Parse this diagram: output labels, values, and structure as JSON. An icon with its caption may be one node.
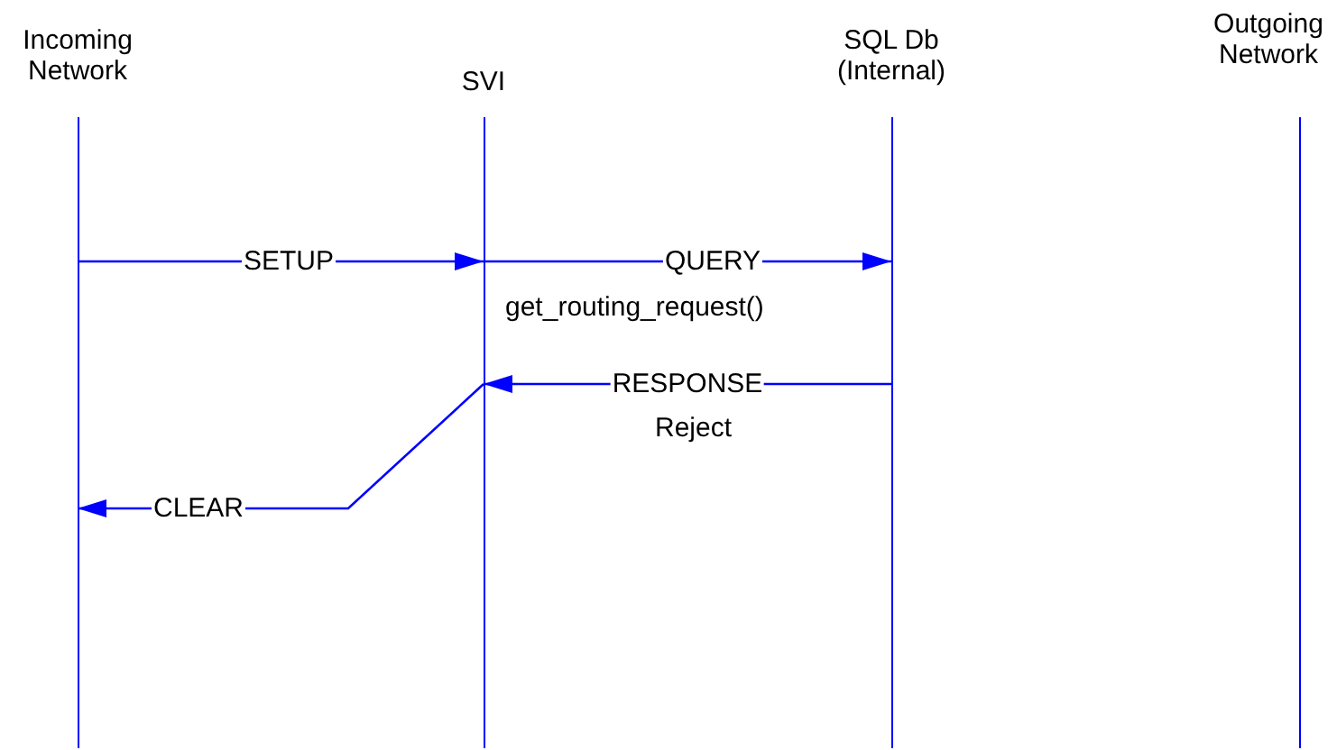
{
  "diagram": {
    "nodes": [
      {
        "text": [
          "Incoming Network"
        ]
      },
      {
        "text": [
          "SVI"
        ]
      },
      {
        "text": [
          "SQL Db (Internal)"
        ]
      },
      {
        "text": [
          "Outgoing Network"
        ]
      }
    ],
    "edges": [
      {
        "from": 0,
        "to": 1,
        "arrow": "to",
        "label": "SETUP"
      },
      {
        "from": 1,
        "to": 2,
        "arrow": "to",
        "label": "QUERY"
      },
      {
        "from": 2,
        "to": 1,
        "arrow": "to",
        "label": "RESPONSE"
      },
      {
        "from": 1,
        "to": 0,
        "arrow": "to",
        "label": "CLEAR"
      }
    ],
    "labels": [
      "get_routing_request()",
      "Reject"
    ]
  }
}
